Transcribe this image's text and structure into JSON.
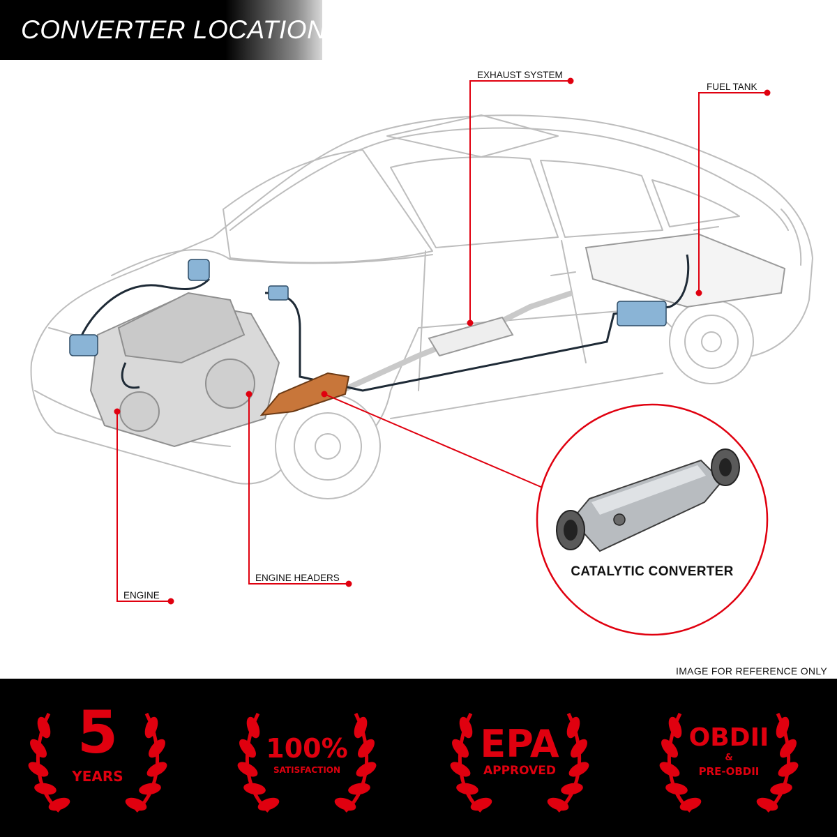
{
  "header": {
    "title": "CONVERTER LOCATION"
  },
  "callouts": {
    "exhaust_system": "EXHAUST SYSTEM",
    "fuel_tank": "FUEL TANK",
    "engine": "ENGINE",
    "engine_headers": "ENGINE HEADERS"
  },
  "inset": {
    "label": "CATALYTIC CONVERTER"
  },
  "reference_note": "IMAGE FOR REFERENCE ONLY",
  "badges": [
    {
      "main": "5",
      "sub": "YEARS"
    },
    {
      "main": "100%",
      "sub": "SATISFACTION"
    },
    {
      "main": "EPA",
      "sub": "APPROVED"
    },
    {
      "main": "OBDII",
      "mid": "&",
      "sub": "PRE-OBDII"
    }
  ],
  "colors": {
    "accent": "#e0000f",
    "header_bg": "#000000",
    "converter": "#c8763a",
    "hoses": "#8ab4d6"
  }
}
